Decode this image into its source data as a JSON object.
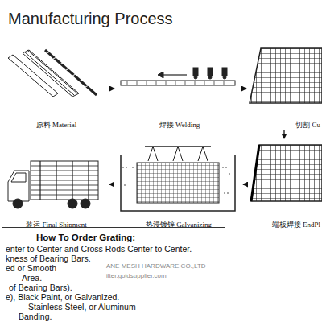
{
  "diagram": {
    "title": "Manufacturing Process",
    "nodes": [
      {
        "text": [
          "原料 Material"
        ]
      },
      {
        "text": [
          "焊接 Welding"
        ]
      },
      {
        "text": [
          "切割 Cu"
        ]
      },
      {
        "text": [
          "端板焊接 EndPl"
        ]
      },
      {
        "text": [
          "热浸镀锌 Galvanizing"
        ]
      },
      {
        "text": [
          "装运 Final Shipment"
        ]
      },
      {
        "text": [
          "How To Order Grating:",
          "enter to Center and Cross Rods Center to Center.",
          "kness of Bearing Bars.",
          "ed or Smooth",
          "Area.",
          "of Bearing Bars).",
          "e), Black Paint, or Galvanized.",
          "Stainless Steel, or Aluminum",
          "Banding."
        ]
      }
    ],
    "edges": [
      {
        "from": 0,
        "to": 1,
        "arrow": "to"
      },
      {
        "from": 1,
        "to": 2,
        "arrow": "to"
      },
      {
        "from": 2,
        "to": 3,
        "arrow": "to"
      },
      {
        "from": 3,
        "to": 4,
        "arrow": "to"
      },
      {
        "from": 4,
        "to": 5,
        "arrow": "to"
      }
    ],
    "labels": [
      "ANE MESH HARDWARE CO.,LTD",
      "ilter.goldsupplier.com"
    ]
  }
}
